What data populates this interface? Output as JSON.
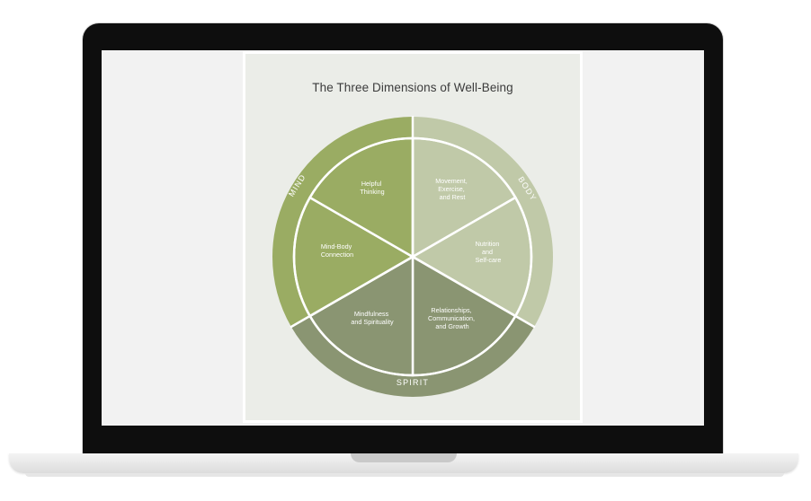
{
  "title": "The Three Dimensions of Well-Being",
  "dimensions": {
    "mind": "MIND",
    "body": "BODY",
    "spirit": "SPIRIT"
  },
  "segments": {
    "helpful_thinking": [
      "Helpful",
      "Thinking"
    ],
    "mind_body": [
      "Mind-Body",
      "Connection"
    ],
    "mindfulness": [
      "Mindfulness",
      "and Spirituality"
    ],
    "relationships": [
      "Relationships,",
      "Communication,",
      "and Growth"
    ],
    "nutrition": [
      "Nutrition",
      "and",
      "Self-care"
    ],
    "movement": [
      "Movement,",
      "Exercise,",
      "and Rest"
    ]
  },
  "colors": {
    "mind": "#9aac63",
    "body": "#c0c9a8",
    "spirit": "#8a9572",
    "background": "#ebede8"
  }
}
